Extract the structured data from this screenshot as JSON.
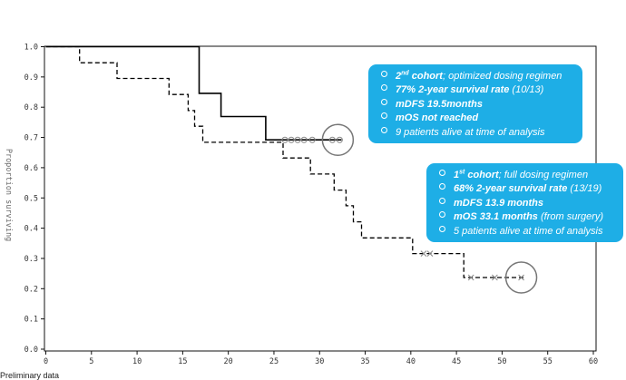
{
  "chart_data": {
    "type": "line",
    "title": "",
    "xlabel": "",
    "ylabel": "Proportion surviving",
    "xlim": [
      0,
      60
    ],
    "ylim": [
      0,
      1
    ],
    "xticks": [
      "0",
      "5",
      "10",
      "15",
      "20",
      "25",
      "30",
      "35",
      "40",
      "45",
      "50",
      "55",
      "60"
    ],
    "yticks": [
      "0.0",
      "0.1",
      "0.2",
      "0.3",
      "0.4",
      "0.5",
      "0.6",
      "0.7",
      "0.8",
      "0.9",
      "1.0"
    ],
    "series": [
      {
        "style": "solid",
        "color": "#000000",
        "steps": [
          [
            0,
            1.0
          ],
          [
            16.8,
            1.0
          ],
          [
            16.8,
            0.846
          ],
          [
            19.2,
            0.846
          ],
          [
            19.2,
            0.769
          ],
          [
            24.1,
            0.769
          ],
          [
            24.1,
            0.692
          ],
          [
            32.4,
            0.692
          ]
        ],
        "censored": [
          26.2,
          26.9,
          27.6,
          28.3,
          29.2,
          31.4,
          32.2
        ],
        "censor_marker": "o"
      },
      {
        "style": "dashed",
        "color": "#000000",
        "steps": [
          [
            0,
            1.0
          ],
          [
            3.7,
            1.0
          ],
          [
            3.7,
            0.947
          ],
          [
            7.8,
            0.947
          ],
          [
            7.8,
            0.895
          ],
          [
            13.5,
            0.895
          ],
          [
            13.5,
            0.842
          ],
          [
            15.6,
            0.842
          ],
          [
            15.6,
            0.789
          ],
          [
            16.3,
            0.789
          ],
          [
            16.3,
            0.737
          ],
          [
            17.2,
            0.737
          ],
          [
            17.2,
            0.684
          ],
          [
            26.0,
            0.684
          ],
          [
            26.0,
            0.632
          ],
          [
            29.0,
            0.632
          ],
          [
            29.0,
            0.579
          ],
          [
            31.6,
            0.579
          ],
          [
            31.6,
            0.526
          ],
          [
            32.9,
            0.526
          ],
          [
            32.9,
            0.474
          ],
          [
            33.7,
            0.474
          ],
          [
            33.7,
            0.421
          ],
          [
            34.6,
            0.421
          ],
          [
            34.6,
            0.368
          ],
          [
            40.2,
            0.368
          ],
          [
            40.2,
            0.316
          ],
          [
            45.8,
            0.316
          ],
          [
            45.8,
            0.237
          ],
          [
            52.4,
            0.237
          ]
        ],
        "censored": [
          41.4,
          42.1,
          46.6,
          49.2,
          52.1
        ],
        "censor_marker": "x"
      }
    ],
    "highlight_circles": [
      {
        "x": 32.0,
        "y": 0.692
      },
      {
        "x": 52.1,
        "y": 0.237
      }
    ],
    "grid": false,
    "legend": "none"
  },
  "callouts": [
    {
      "items": [
        {
          "sup_prefix": "2",
          "sup": "nd",
          "bold": " cohort",
          "light": "; optimized dosing regimen"
        },
        {
          "bold": "77% 2-year survival rate",
          "light": " (10/13)"
        },
        {
          "bold": "mDFS 19.5months",
          "light": ""
        },
        {
          "bold": "mOS not reached",
          "light": ""
        },
        {
          "bold": "",
          "light": "9 patients alive at time of analysis"
        }
      ]
    },
    {
      "items": [
        {
          "sup_prefix": "1",
          "sup": "st",
          "bold": " cohort",
          "light": "; full dosing regimen"
        },
        {
          "bold": "68% 2-year survival rate",
          "light": " (13/19)"
        },
        {
          "bold": "mDFS 13.9 months",
          "light": ""
        },
        {
          "bold": "mOS 33.1 months",
          "light": " (from surgery)"
        },
        {
          "bold": "",
          "light": "5 patients alive at time of analysis"
        }
      ]
    }
  ],
  "footnote": "Preliminary data",
  "colors": {
    "callout_bg": "#1eaee6",
    "axis": "#111111",
    "curve": "#000000",
    "censor_marker": "#888888",
    "highlight_circle": "#777777"
  }
}
